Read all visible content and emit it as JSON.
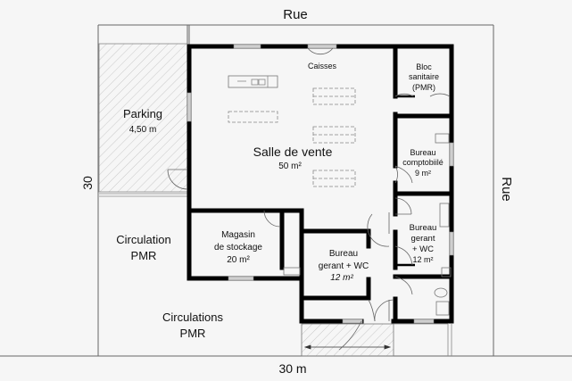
{
  "plan": {
    "title": "Plan de magasin",
    "street_top": "Rue",
    "street_right": "Rue",
    "dim_horizontal": "30 m",
    "dim_vertical": "30",
    "colors": {
      "background": "#f6f6f6",
      "wall": "#000000",
      "thin_line": "#555555",
      "hatch": "#bbbbbb",
      "window": "#c8c8c8"
    }
  },
  "rooms": [
    {
      "id": "parking",
      "name": "Parking",
      "area": "4,50 m"
    },
    {
      "id": "salle-de-vente",
      "name": "Salle de vente",
      "area": "50 m²"
    },
    {
      "id": "caisses",
      "name": "Caisses"
    },
    {
      "id": "bloc-sanitaire",
      "name_lines": [
        "Bloc",
        "sanitaire",
        "(PMR)"
      ]
    },
    {
      "id": "bureau-comptabilite",
      "name_lines": [
        "Bureau",
        "comptobiilé"
      ],
      "area": "9 m²"
    },
    {
      "id": "magasin-stockage",
      "name_lines": [
        "Magasin",
        "de stockage"
      ],
      "area": "20 m²"
    },
    {
      "id": "bureau-gerant-1",
      "name_lines": [
        "Bureau",
        "gerant + WC"
      ],
      "area": "12 m²"
    },
    {
      "id": "bureau-gerant-2",
      "name_lines": [
        "Bureau",
        "gerant",
        "+ WC"
      ],
      "area": "12 m²"
    },
    {
      "id": "circulation-pmr",
      "name_lines": [
        "Circulation",
        "PMR"
      ]
    },
    {
      "id": "circulations-pmr",
      "name_lines": [
        "Circulations",
        "PMR"
      ]
    }
  ]
}
